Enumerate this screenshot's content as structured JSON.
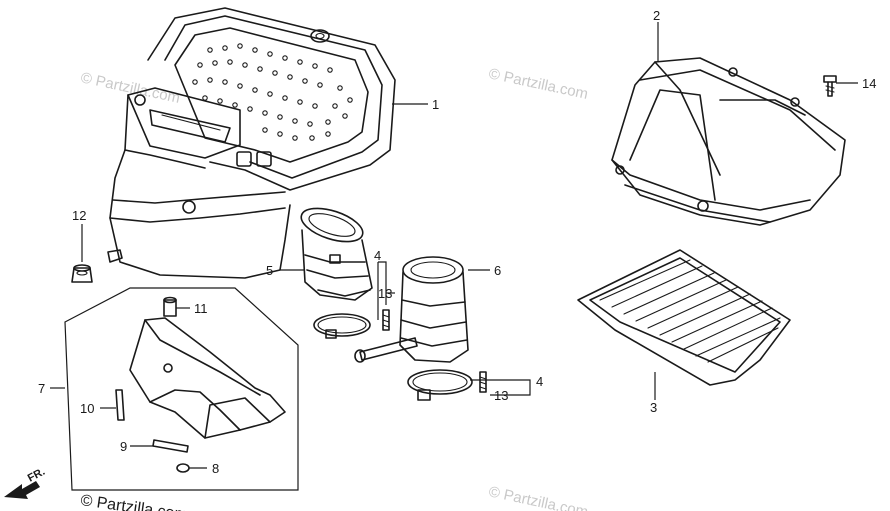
{
  "parts": [
    {
      "id": "1",
      "label": "1"
    },
    {
      "id": "2",
      "label": "2"
    },
    {
      "id": "3",
      "label": "3"
    },
    {
      "id": "4a",
      "label": "4"
    },
    {
      "id": "4b",
      "label": "4"
    },
    {
      "id": "5",
      "label": "5"
    },
    {
      "id": "6",
      "label": "6"
    },
    {
      "id": "7",
      "label": "7"
    },
    {
      "id": "8",
      "label": "8"
    },
    {
      "id": "9",
      "label": "9"
    },
    {
      "id": "10",
      "label": "10"
    },
    {
      "id": "11",
      "label": "11"
    },
    {
      "id": "12",
      "label": "12"
    },
    {
      "id": "13a",
      "label": "13"
    },
    {
      "id": "13b",
      "label": "13"
    },
    {
      "id": "14",
      "label": "14"
    }
  ],
  "watermarks": [
    {
      "text": "© Partzilla.com"
    },
    {
      "text": "© Partzilla.com"
    },
    {
      "text": "© Partzilla.com"
    },
    {
      "text": "© Partzilla.com"
    }
  ],
  "direction": {
    "label": "FR."
  },
  "copyright": {
    "text": "© Partzilla.com"
  }
}
